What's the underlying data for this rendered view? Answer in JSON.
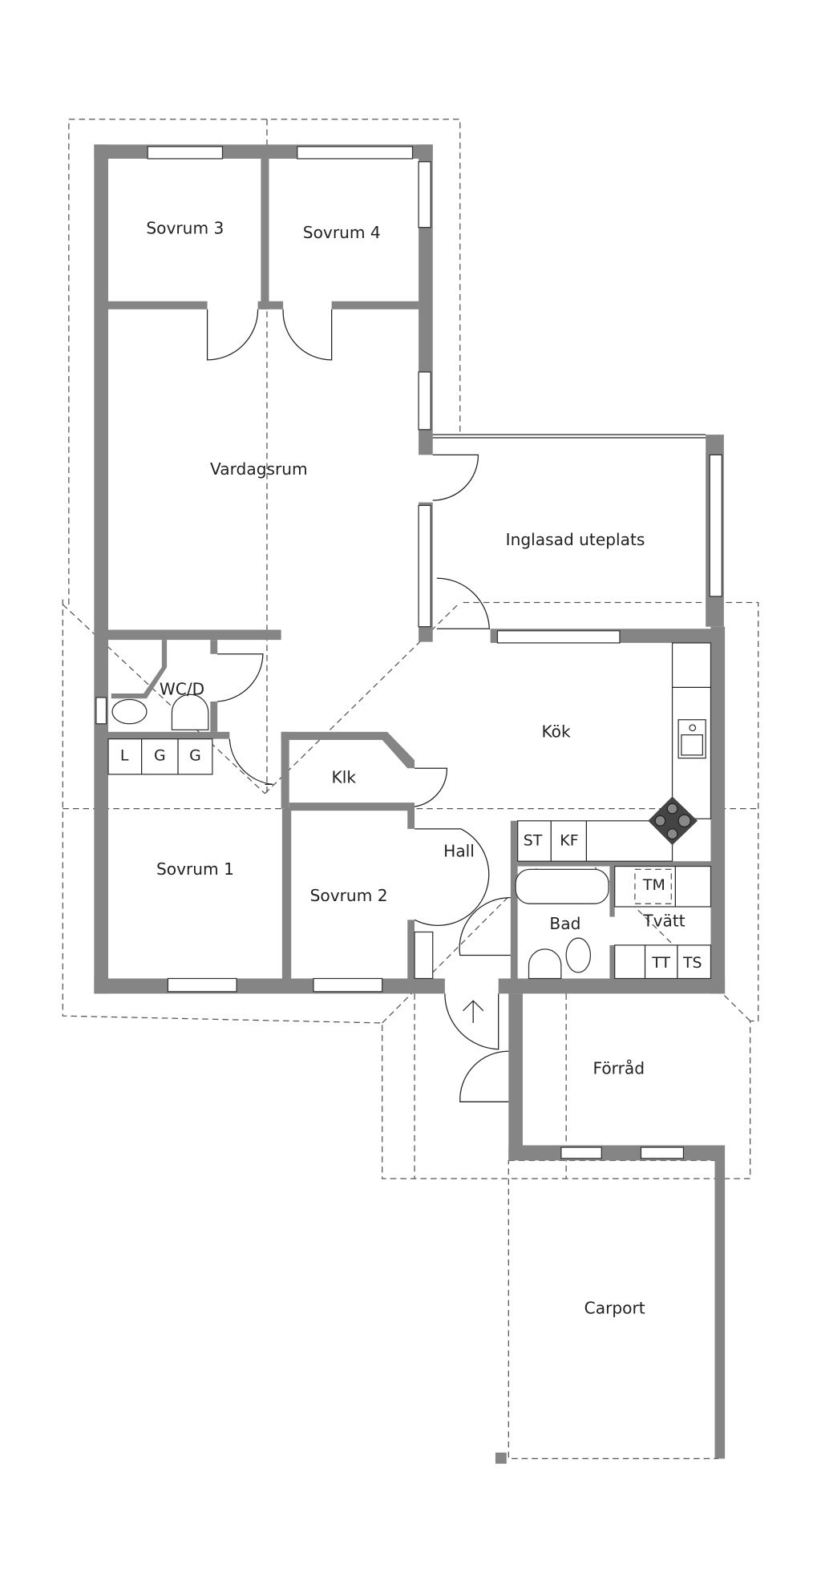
{
  "rooms": {
    "sovrum3": "Sovrum 3",
    "sovrum4": "Sovrum 4",
    "vardagsrum": "Vardagsrum",
    "uteplats": "Inglasad uteplats",
    "wcd": "WC/D",
    "klk": "Klk",
    "kok": "Kök",
    "hall": "Hall",
    "bad": "Bad",
    "tvatt": "Tvätt",
    "sovrum1": "Sovrum 1",
    "sovrum2": "Sovrum 2",
    "forrad": "Förråd",
    "carport": "Carport"
  },
  "fixtures": {
    "l": "L",
    "g1": "G",
    "g2": "G",
    "st": "ST",
    "kf": "KF",
    "tm": "TM",
    "tt": "TT",
    "ts": "TS"
  },
  "colors": {
    "wall": "#858585"
  }
}
